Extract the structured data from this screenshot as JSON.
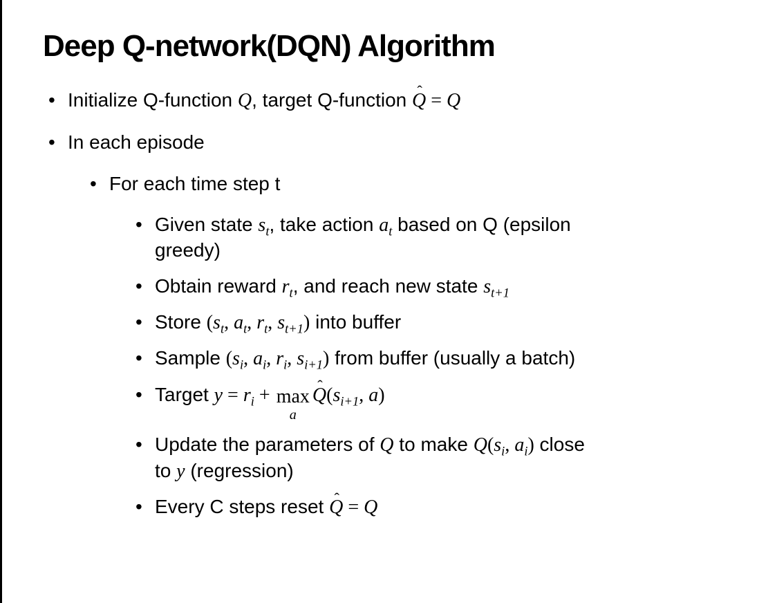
{
  "notation": {
    "bullet": "•",
    "hat": "ˆ"
  },
  "slide": {
    "title": "Deep Q-network(DQN) Algorithm"
  },
  "bullets": [
    {
      "level": 1,
      "segments": [
        {
          "k": "p",
          "t": "Initialize Q-function "
        },
        {
          "k": "v",
          "t": "Q"
        },
        {
          "k": "p",
          "t": ", target Q-function "
        },
        {
          "k": "vh",
          "t": "Q"
        },
        {
          "k": "m",
          "t": " = "
        },
        {
          "k": "v",
          "t": "Q"
        }
      ]
    },
    {
      "level": 1,
      "segments": [
        {
          "k": "p",
          "t": "In each episode"
        }
      ]
    },
    {
      "level": 2,
      "segments": [
        {
          "k": "p",
          "t": "For each time step t"
        }
      ]
    },
    {
      "level": 3,
      "segments": [
        {
          "k": "p",
          "t": "Given state "
        },
        {
          "k": "v",
          "t": "s"
        },
        {
          "k": "s",
          "t": "t"
        },
        {
          "k": "p",
          "t": ", take action "
        },
        {
          "k": "v",
          "t": "a"
        },
        {
          "k": "s",
          "t": "t"
        },
        {
          "k": "p",
          "t": " based on Q (epsilon"
        },
        {
          "k": "br"
        },
        {
          "k": "p",
          "t": "greedy)"
        }
      ]
    },
    {
      "level": 3,
      "segments": [
        {
          "k": "p",
          "t": "Obtain reward "
        },
        {
          "k": "v",
          "t": "r"
        },
        {
          "k": "s",
          "t": "t"
        },
        {
          "k": "p",
          "t": ", and reach new state "
        },
        {
          "k": "v",
          "t": "s"
        },
        {
          "k": "s",
          "t": "t+1"
        }
      ]
    },
    {
      "level": 3,
      "segments": [
        {
          "k": "p",
          "t": "Store "
        },
        {
          "k": "m",
          "t": "("
        },
        {
          "k": "v",
          "t": "s"
        },
        {
          "k": "s",
          "t": "t"
        },
        {
          "k": "m",
          "t": ", "
        },
        {
          "k": "v",
          "t": "a"
        },
        {
          "k": "s",
          "t": "t"
        },
        {
          "k": "m",
          "t": ", "
        },
        {
          "k": "v",
          "t": "r"
        },
        {
          "k": "s",
          "t": "t"
        },
        {
          "k": "m",
          "t": ", "
        },
        {
          "k": "v",
          "t": "s"
        },
        {
          "k": "s",
          "t": "t+1"
        },
        {
          "k": "m",
          "t": ")"
        },
        {
          "k": "p",
          "t": " into buffer"
        }
      ]
    },
    {
      "level": 3,
      "segments": [
        {
          "k": "p",
          "t": "Sample "
        },
        {
          "k": "m",
          "t": "("
        },
        {
          "k": "v",
          "t": "s"
        },
        {
          "k": "s",
          "t": "i"
        },
        {
          "k": "m",
          "t": ", "
        },
        {
          "k": "v",
          "t": "a"
        },
        {
          "k": "s",
          "t": "i"
        },
        {
          "k": "m",
          "t": ", "
        },
        {
          "k": "v",
          "t": "r"
        },
        {
          "k": "s",
          "t": "i"
        },
        {
          "k": "m",
          "t": ", "
        },
        {
          "k": "v",
          "t": "s"
        },
        {
          "k": "s",
          "t": "i+1"
        },
        {
          "k": "m",
          "t": ")"
        },
        {
          "k": "p",
          "t": " from buffer (usually a batch)"
        }
      ]
    },
    {
      "level": 3,
      "segments": [
        {
          "k": "p",
          "t": "Target "
        },
        {
          "k": "v",
          "t": "y"
        },
        {
          "k": "m",
          "t": " = "
        },
        {
          "k": "v",
          "t": "r"
        },
        {
          "k": "s",
          "t": "i"
        },
        {
          "k": "m",
          "t": " + "
        },
        {
          "k": "lim",
          "base": "max",
          "under": "a"
        },
        {
          "k": "vh",
          "t": "Q"
        },
        {
          "k": "m",
          "t": "("
        },
        {
          "k": "v",
          "t": "s"
        },
        {
          "k": "s",
          "t": "i+1"
        },
        {
          "k": "m",
          "t": ", "
        },
        {
          "k": "v",
          "t": "a"
        },
        {
          "k": "m",
          "t": ")"
        }
      ]
    },
    {
      "level": 3,
      "segments": [
        {
          "k": "p",
          "t": "Update the parameters of "
        },
        {
          "k": "v",
          "t": "Q"
        },
        {
          "k": "p",
          "t": " to make "
        },
        {
          "k": "v",
          "t": "Q"
        },
        {
          "k": "m",
          "t": "("
        },
        {
          "k": "v",
          "t": "s"
        },
        {
          "k": "s",
          "t": "i"
        },
        {
          "k": "m",
          "t": ", "
        },
        {
          "k": "v",
          "t": "a"
        },
        {
          "k": "s",
          "t": "i"
        },
        {
          "k": "m",
          "t": ")"
        },
        {
          "k": "p",
          "t": " close"
        },
        {
          "k": "br"
        },
        {
          "k": "p",
          "t": "to "
        },
        {
          "k": "v",
          "t": "y"
        },
        {
          "k": "p",
          "t": " (regression)"
        }
      ]
    },
    {
      "level": 3,
      "segments": [
        {
          "k": "p",
          "t": "Every C steps reset "
        },
        {
          "k": "vh",
          "t": "Q"
        },
        {
          "k": "m",
          "t": " = "
        },
        {
          "k": "v",
          "t": "Q"
        }
      ]
    }
  ]
}
